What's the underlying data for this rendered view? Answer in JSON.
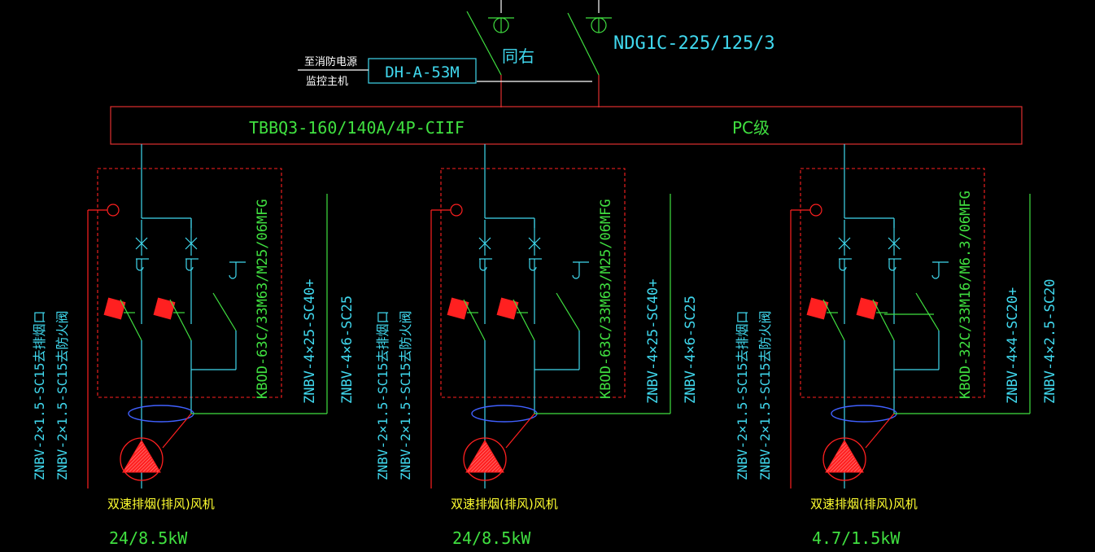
{
  "colors": {
    "background": "#000000",
    "busbar": "#e03030",
    "cyan": "#40d8ee",
    "green": "#40e040",
    "red": "#ff2020",
    "blue": "#4060ff",
    "white": "#ffffff",
    "yellow": "#ffff30"
  },
  "header": {
    "breaker_label_1": "同右",
    "breaker_label_2": "NDG1C-225/125/3",
    "monitor_box": "DH-A-53M",
    "monitor_note_line1": "至消防电源",
    "monitor_note_line2": "监控主机"
  },
  "busbar": {
    "model": "TBBQ3-160/140A/4P-CIIF",
    "level": "PC级"
  },
  "circuits": [
    {
      "control_cable_1": "ZNBV-2×1.5-SC15去排烟口",
      "control_cable_2": "ZNBV-2×1.5-SC15去防火阀",
      "starter_model": "KBOD-63C/33M63/M25/06MFG",
      "power_cable_1": "ZNBV-4×25-SC40+",
      "power_cable_2": "ZNBV-4×6-SC25",
      "load_name": "双速排烟(排风)风机",
      "load_power": "24/8.5kW"
    },
    {
      "control_cable_1": "ZNBV-2×1.5-SC15去排烟口",
      "control_cable_2": "ZNBV-2×1.5-SC15去防火阀",
      "starter_model": "KBOD-63C/33M63/M25/06MFG",
      "power_cable_1": "ZNBV-4×25-SC40+",
      "power_cable_2": "ZNBV-4×6-SC25",
      "load_name": "双速排烟(排风)风机",
      "load_power": "24/8.5kW"
    },
    {
      "control_cable_1": "ZNBV-2×1.5-SC15去排烟口",
      "control_cable_2": "ZNBV-2×1.5-SC15去防火阀",
      "starter_model": "KBOD-32C/33M16/M6.3/06MFG",
      "power_cable_1": "ZNBV-4×4-SC20+",
      "power_cable_2": "ZNBV-4×2.5-SC20",
      "load_name": "双速排烟(排风)风机",
      "load_power": "4.7/1.5kW"
    }
  ]
}
